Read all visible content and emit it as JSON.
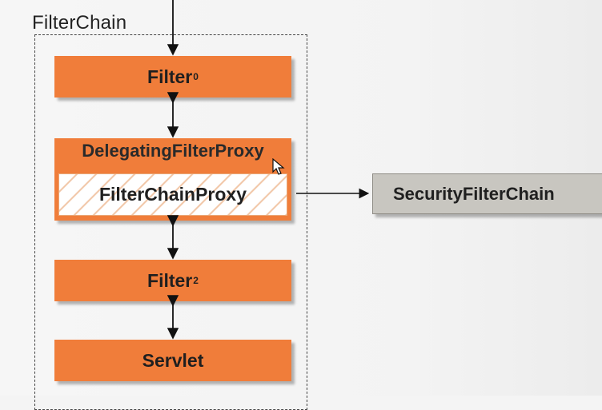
{
  "diagram": {
    "chain_title": "FilterChain",
    "nodes": {
      "filter0": {
        "label": "Filter",
        "subscript": "0"
      },
      "delegating_filter_proxy": {
        "label": "DelegatingFilterProxy"
      },
      "filter_chain_proxy": {
        "label": "FilterChainProxy"
      },
      "filter2": {
        "label": "Filter",
        "subscript": "2"
      },
      "servlet": {
        "label": "Servlet"
      },
      "security_filter_chain": {
        "label": "SecurityFilterChain"
      }
    },
    "colors": {
      "filter_fill": "#f07d3a",
      "security_fill": "#c8c6c0",
      "text": "#1f1f1f",
      "background": "#f4f4f4"
    }
  }
}
